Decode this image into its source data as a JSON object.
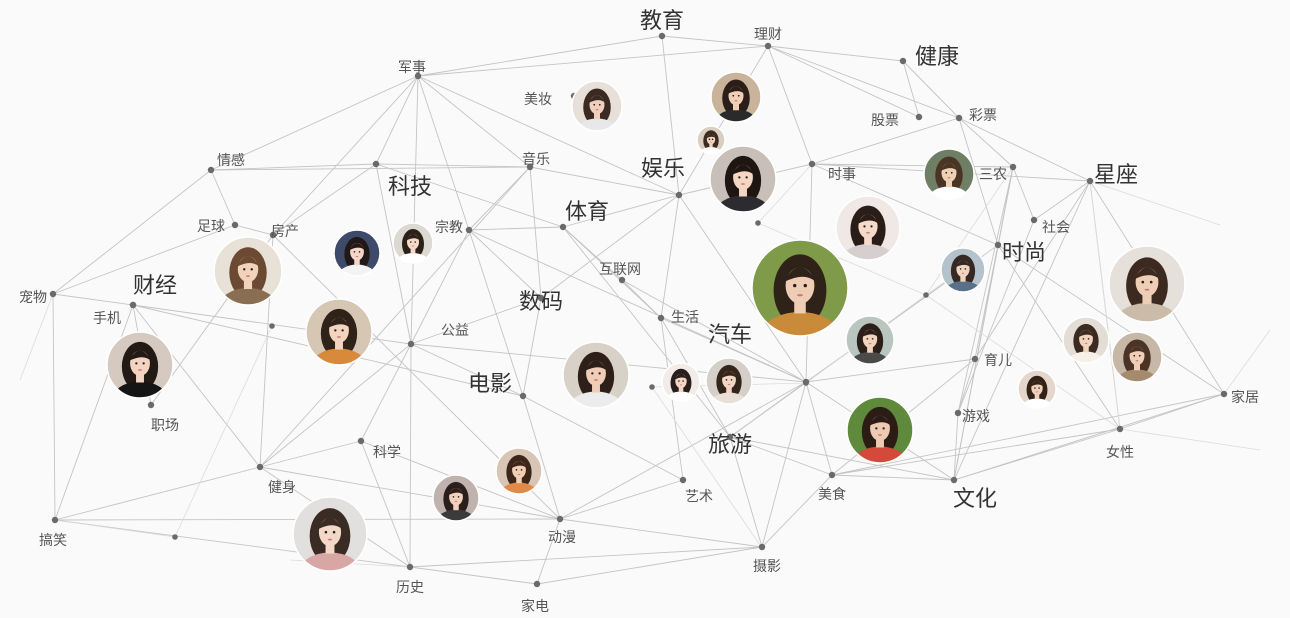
{
  "graph": {
    "colors": {
      "background": "#fafafa",
      "edge": "#c4c4c4",
      "node": "#6a6a6a",
      "label_small": "#555555",
      "label_big": "#333333"
    },
    "topics": [
      {
        "id": "jiaoyu",
        "label": "教育",
        "size": "large"
      },
      {
        "id": "licai",
        "label": "理财",
        "size": "small"
      },
      {
        "id": "jiankang",
        "label": "健康",
        "size": "large"
      },
      {
        "id": "junshi",
        "label": "军事",
        "size": "small"
      },
      {
        "id": "meizhuang",
        "label": "美妆",
        "size": "small"
      },
      {
        "id": "gupiao",
        "label": "股票",
        "size": "small"
      },
      {
        "id": "caipiao",
        "label": "彩票",
        "size": "small"
      },
      {
        "id": "qinggan",
        "label": "情感",
        "size": "small"
      },
      {
        "id": "yinyue",
        "label": "音乐",
        "size": "small"
      },
      {
        "id": "yule",
        "label": "娱乐",
        "size": "large"
      },
      {
        "id": "shishi",
        "label": "时事",
        "size": "small"
      },
      {
        "id": "sannong",
        "label": "三农",
        "size": "small"
      },
      {
        "id": "xingzuo",
        "label": "星座",
        "size": "large"
      },
      {
        "id": "keji",
        "label": "科技",
        "size": "large"
      },
      {
        "id": "tiyu",
        "label": "体育",
        "size": "large"
      },
      {
        "id": "zuqiu",
        "label": "足球",
        "size": "small"
      },
      {
        "id": "fangchan",
        "label": "房产",
        "size": "small"
      },
      {
        "id": "zongjiao",
        "label": "宗教",
        "size": "small"
      },
      {
        "id": "shehui",
        "label": "社会",
        "size": "small"
      },
      {
        "id": "shishang",
        "label": "时尚",
        "size": "large"
      },
      {
        "id": "hulianwang",
        "label": "互联网",
        "size": "small"
      },
      {
        "id": "caijing",
        "label": "财经",
        "size": "large"
      },
      {
        "id": "chongwu",
        "label": "宠物",
        "size": "small"
      },
      {
        "id": "shuma",
        "label": "数码",
        "size": "large"
      },
      {
        "id": "shouji",
        "label": "手机",
        "size": "small"
      },
      {
        "id": "gongyi",
        "label": "公益",
        "size": "small"
      },
      {
        "id": "shenghuo",
        "label": "生活",
        "size": "small"
      },
      {
        "id": "qiche",
        "label": "汽车",
        "size": "large"
      },
      {
        "id": "yuer",
        "label": "育儿",
        "size": "small"
      },
      {
        "id": "dianying",
        "label": "电影",
        "size": "large"
      },
      {
        "id": "jiaju",
        "label": "家居",
        "size": "small"
      },
      {
        "id": "zhichang",
        "label": "职场",
        "size": "small"
      },
      {
        "id": "youxi",
        "label": "游戏",
        "size": "small"
      },
      {
        "id": "lvyou",
        "label": "旅游",
        "size": "large"
      },
      {
        "id": "kexue",
        "label": "科学",
        "size": "small"
      },
      {
        "id": "nvxing",
        "label": "女性",
        "size": "small"
      },
      {
        "id": "jianshen",
        "label": "健身",
        "size": "small"
      },
      {
        "id": "yishu",
        "label": "艺术",
        "size": "small"
      },
      {
        "id": "meishi",
        "label": "美食",
        "size": "small"
      },
      {
        "id": "wenhua",
        "label": "文化",
        "size": "large"
      },
      {
        "id": "gaoxiao",
        "label": "搞笑",
        "size": "small"
      },
      {
        "id": "dongman",
        "label": "动漫",
        "size": "small"
      },
      {
        "id": "sheying",
        "label": "摄影",
        "size": "small"
      },
      {
        "id": "lishi",
        "label": "历史",
        "size": "small"
      },
      {
        "id": "jiadian",
        "label": "家电",
        "size": "small"
      }
    ],
    "edges": [
      [
        "jiaoyu",
        "junshi"
      ],
      [
        "jiaoyu",
        "licai"
      ],
      [
        "jiaoyu",
        "yule"
      ],
      [
        "licai",
        "junshi"
      ],
      [
        "licai",
        "jiankang"
      ],
      [
        "licai",
        "caipiao"
      ],
      [
        "licai",
        "shishi"
      ],
      [
        "licai",
        "yule"
      ],
      [
        "licai",
        "gupiao"
      ],
      [
        "jiankang",
        "caipiao"
      ],
      [
        "jiankang",
        "gupiao"
      ],
      [
        "junshi",
        "qinggan"
      ],
      [
        "junshi",
        "keji"
      ],
      [
        "junshi",
        "yule"
      ],
      [
        "junshi",
        "yinyue"
      ],
      [
        "junshi",
        "gongyi"
      ],
      [
        "junshi",
        "zongjiao"
      ],
      [
        "junshi",
        "fangchan"
      ],
      [
        "qinggan",
        "keji"
      ],
      [
        "qinggan",
        "chongwu"
      ],
      [
        "qinggan",
        "zuqiu"
      ],
      [
        "qinggan",
        "yinyue"
      ],
      [
        "keji",
        "fangchan"
      ],
      [
        "keji",
        "gongyi"
      ],
      [
        "keji",
        "tiyu"
      ],
      [
        "keji",
        "yinyue"
      ],
      [
        "yinyue",
        "yule"
      ],
      [
        "yinyue",
        "zongjiao"
      ],
      [
        "yinyue",
        "shuma"
      ],
      [
        "yinyue",
        "jianshen"
      ],
      [
        "yule",
        "shishi"
      ],
      [
        "yule",
        "tiyu"
      ],
      [
        "yule",
        "shenghuo"
      ],
      [
        "yule",
        "shuma"
      ],
      [
        "yule",
        "qiche"
      ],
      [
        "shishi",
        "caipiao"
      ],
      [
        "shishi",
        "sannong"
      ],
      [
        "shishi",
        "xingzuo"
      ],
      [
        "shishi",
        "shishang"
      ],
      [
        "shishi",
        "qiche"
      ],
      [
        "caipiao",
        "sannong"
      ],
      [
        "caipiao",
        "xingzuo"
      ],
      [
        "caipiao",
        "shishang"
      ],
      [
        "xingzuo",
        "jiaju"
      ],
      [
        "xingzuo",
        "shehui"
      ],
      [
        "xingzuo",
        "nvxing"
      ],
      [
        "xingzuo",
        "yuer"
      ],
      [
        "xingzuo",
        "wenhua"
      ],
      [
        "sannong",
        "shishang"
      ],
      [
        "sannong",
        "shehui"
      ],
      [
        "sannong",
        "wenhua"
      ],
      [
        "sannong",
        "youxi"
      ],
      [
        "shishang",
        "yuer"
      ],
      [
        "shishang",
        "nvxing"
      ],
      [
        "shishang",
        "jiaju"
      ],
      [
        "shishang",
        "qiche"
      ],
      [
        "shishang",
        "lvyou"
      ],
      [
        "shishang",
        "wenhua"
      ],
      [
        "shehui",
        "youxi"
      ],
      [
        "tiyu",
        "zongjiao"
      ],
      [
        "tiyu",
        "hulianwang"
      ],
      [
        "tiyu",
        "shenghuo"
      ],
      [
        "tiyu",
        "lvyou"
      ],
      [
        "zongjiao",
        "gongyi"
      ],
      [
        "zongjiao",
        "dianying"
      ],
      [
        "zongjiao",
        "qiche"
      ],
      [
        "zongjiao",
        "shuma"
      ],
      [
        "hulianwang",
        "shenghuo"
      ],
      [
        "hulianwang",
        "qiche"
      ],
      [
        "shenghuo",
        "qiche"
      ],
      [
        "shenghuo",
        "yishu"
      ],
      [
        "shenghuo",
        "lvyou"
      ],
      [
        "qiche",
        "lvyou"
      ],
      [
        "qiche",
        "wenhua"
      ],
      [
        "qiche",
        "meishi"
      ],
      [
        "qiche",
        "dongman"
      ],
      [
        "qiche",
        "sheying"
      ],
      [
        "qiche",
        "gongyi"
      ],
      [
        "qiche",
        "yuer"
      ],
      [
        "lvyou",
        "meishi"
      ],
      [
        "lvyou",
        "sheying"
      ],
      [
        "lvyou",
        "wenhua"
      ],
      [
        "yuer",
        "meishi"
      ],
      [
        "yuer",
        "youxi"
      ],
      [
        "chongwu",
        "shouji"
      ],
      [
        "chongwu",
        "gaoxiao"
      ],
      [
        "chongwu",
        "zuqiu"
      ],
      [
        "zuqiu",
        "fangchan"
      ],
      [
        "shouji",
        "gongyi"
      ],
      [
        "shouji",
        "jianshen"
      ],
      [
        "shouji",
        "zhichang"
      ],
      [
        "shouji",
        "gaoxiao"
      ],
      [
        "shouji",
        "dianying"
      ],
      [
        "gongyi",
        "dianying"
      ],
      [
        "gongyi",
        "kexue"
      ],
      [
        "gongyi",
        "jianshen"
      ],
      [
        "gongyi",
        "shuma"
      ],
      [
        "gongyi",
        "lishi"
      ],
      [
        "dianying",
        "yishu"
      ],
      [
        "dianying",
        "dongman"
      ],
      [
        "dianying",
        "shuma"
      ],
      [
        "fangchan",
        "jianshen"
      ],
      [
        "fangchan",
        "dongman"
      ],
      [
        "fangchan",
        "zhichang"
      ],
      [
        "jianshen",
        "kexue"
      ],
      [
        "jianshen",
        "dongman"
      ],
      [
        "jianshen",
        "gaoxiao"
      ],
      [
        "jianshen",
        "lishi"
      ],
      [
        "kexue",
        "lishi"
      ],
      [
        "kexue",
        "dongman"
      ],
      [
        "gaoxiao",
        "dongman"
      ],
      [
        "gaoxiao",
        "lishi"
      ],
      [
        "dongman",
        "sheying"
      ],
      [
        "dongman",
        "jiadian"
      ],
      [
        "dongman",
        "yishu"
      ],
      [
        "sheying",
        "jiadian"
      ],
      [
        "sheying",
        "meishi"
      ],
      [
        "sheying",
        "lishi"
      ],
      [
        "lishi",
        "jiadian"
      ],
      [
        "meishi",
        "wenhua"
      ],
      [
        "meishi",
        "nvxing"
      ],
      [
        "meishi",
        "jiaju"
      ],
      [
        "wenhua",
        "nvxing"
      ],
      [
        "wenhua",
        "jiaju"
      ],
      [
        "nvxing",
        "jiaju"
      ],
      [
        "youxi",
        "wenhua"
      ]
    ],
    "avatars": [
      {
        "id": "a1",
        "hair": "#3a2a22",
        "skin": "#efd0bd",
        "bg": "#e6e0d8",
        "shirt": "#e8e8e8"
      },
      {
        "id": "a2",
        "hair": "#2b1e18",
        "skin": "#f0cfb6",
        "bg": "#c9b39a",
        "shirt": "#2a2a2a"
      },
      {
        "id": "a3",
        "hair": "#3c2c20",
        "skin": "#f1d4bf",
        "bg": "#d9cfc3",
        "shirt": "#ffffff"
      },
      {
        "id": "a4",
        "hair": "#1f1611",
        "skin": "#f4d6c3",
        "bg": "#c8c0b8",
        "shirt": "#2c2c30"
      },
      {
        "id": "a5",
        "hair": "#4a3424",
        "skin": "#eed0b5",
        "bg": "#6f7f66",
        "shirt": "#ffffff"
      },
      {
        "id": "a6",
        "hair": "#2a1d18",
        "skin": "#f6dac9",
        "bg": "#f0e8e4",
        "shirt": "#d7ced0"
      },
      {
        "id": "a7",
        "hair": "#231818",
        "skin": "#f4d5c6",
        "bg": "#3e4a6a",
        "shirt": "#f3f3f3"
      },
      {
        "id": "a8",
        "hair": "#6b4a31",
        "skin": "#f1d2bb",
        "bg": "#e7e1d7",
        "shirt": "#8a6e52"
      },
      {
        "id": "a9",
        "hair": "#2c2018",
        "skin": "#f4dac9",
        "bg": "#dcd8d2",
        "shirt": "#ffffff"
      },
      {
        "id": "a10",
        "hair": "#362822",
        "skin": "#f0d5c0",
        "bg": "#b4c2cb",
        "shirt": "#58708a"
      },
      {
        "id": "a11",
        "hair": "#3c2a20",
        "skin": "#eecfb5",
        "bg": "#e6e0da",
        "shirt": "#cbbba9"
      },
      {
        "id": "a12",
        "hair": "#2e2219",
        "skin": "#efcdb5",
        "bg": "#7f9a49",
        "shirt": "#c98a3a"
      },
      {
        "id": "a13",
        "hair": "#2f2218",
        "skin": "#f2d4bf",
        "bg": "#d6c6b4",
        "shirt": "#d88a3a"
      },
      {
        "id": "a14",
        "hair": "#2c1f19",
        "skin": "#f0d2bd",
        "bg": "#b9c6c0",
        "shirt": "#4a4a4a"
      },
      {
        "id": "a15",
        "hair": "#3a2a20",
        "skin": "#f1d3bf",
        "bg": "#e3ddd5",
        "shirt": "#f7f0e6"
      },
      {
        "id": "a16",
        "hair": "#4b3426",
        "skin": "#f0cfb8",
        "bg": "#c7b7a6",
        "shirt": "#a58b6e"
      },
      {
        "id": "a17",
        "hair": "#241a15",
        "skin": "#f3d4c2",
        "bg": "#d5c9c0",
        "shirt": "#151515"
      },
      {
        "id": "a18",
        "hair": "#2a1e1a",
        "skin": "#f3d6c6",
        "bg": "#f1ece8",
        "shirt": "#ffffff"
      },
      {
        "id": "a19",
        "hair": "#332519",
        "skin": "#f2d5c3",
        "bg": "#d4cfc8",
        "shirt": "#e8e0d6"
      },
      {
        "id": "a20",
        "hair": "#2e2018",
        "skin": "#efcdb7",
        "bg": "#d8d1c8",
        "shirt": "#ececec"
      },
      {
        "id": "a21",
        "hair": "#332218",
        "skin": "#f0d0bb",
        "bg": "#e4d6ca",
        "shirt": "#ffffff"
      },
      {
        "id": "a22",
        "hair": "#2b1d15",
        "skin": "#eecab3",
        "bg": "#5f8a3c",
        "shirt": "#d44a3a"
      },
      {
        "id": "a23",
        "hair": "#3c2619",
        "skin": "#f0cdb5",
        "bg": "#d9c5b5",
        "shirt": "#e08a4a"
      },
      {
        "id": "a24",
        "hair": "#2b1f1b",
        "skin": "#f1d1be",
        "bg": "#c0b3ad",
        "shirt": "#3b3b3b"
      },
      {
        "id": "a25",
        "hair": "#3a2b24",
        "skin": "#f3d8c8",
        "bg": "#e2e0de",
        "shirt": "#d9a6a6"
      }
    ]
  }
}
